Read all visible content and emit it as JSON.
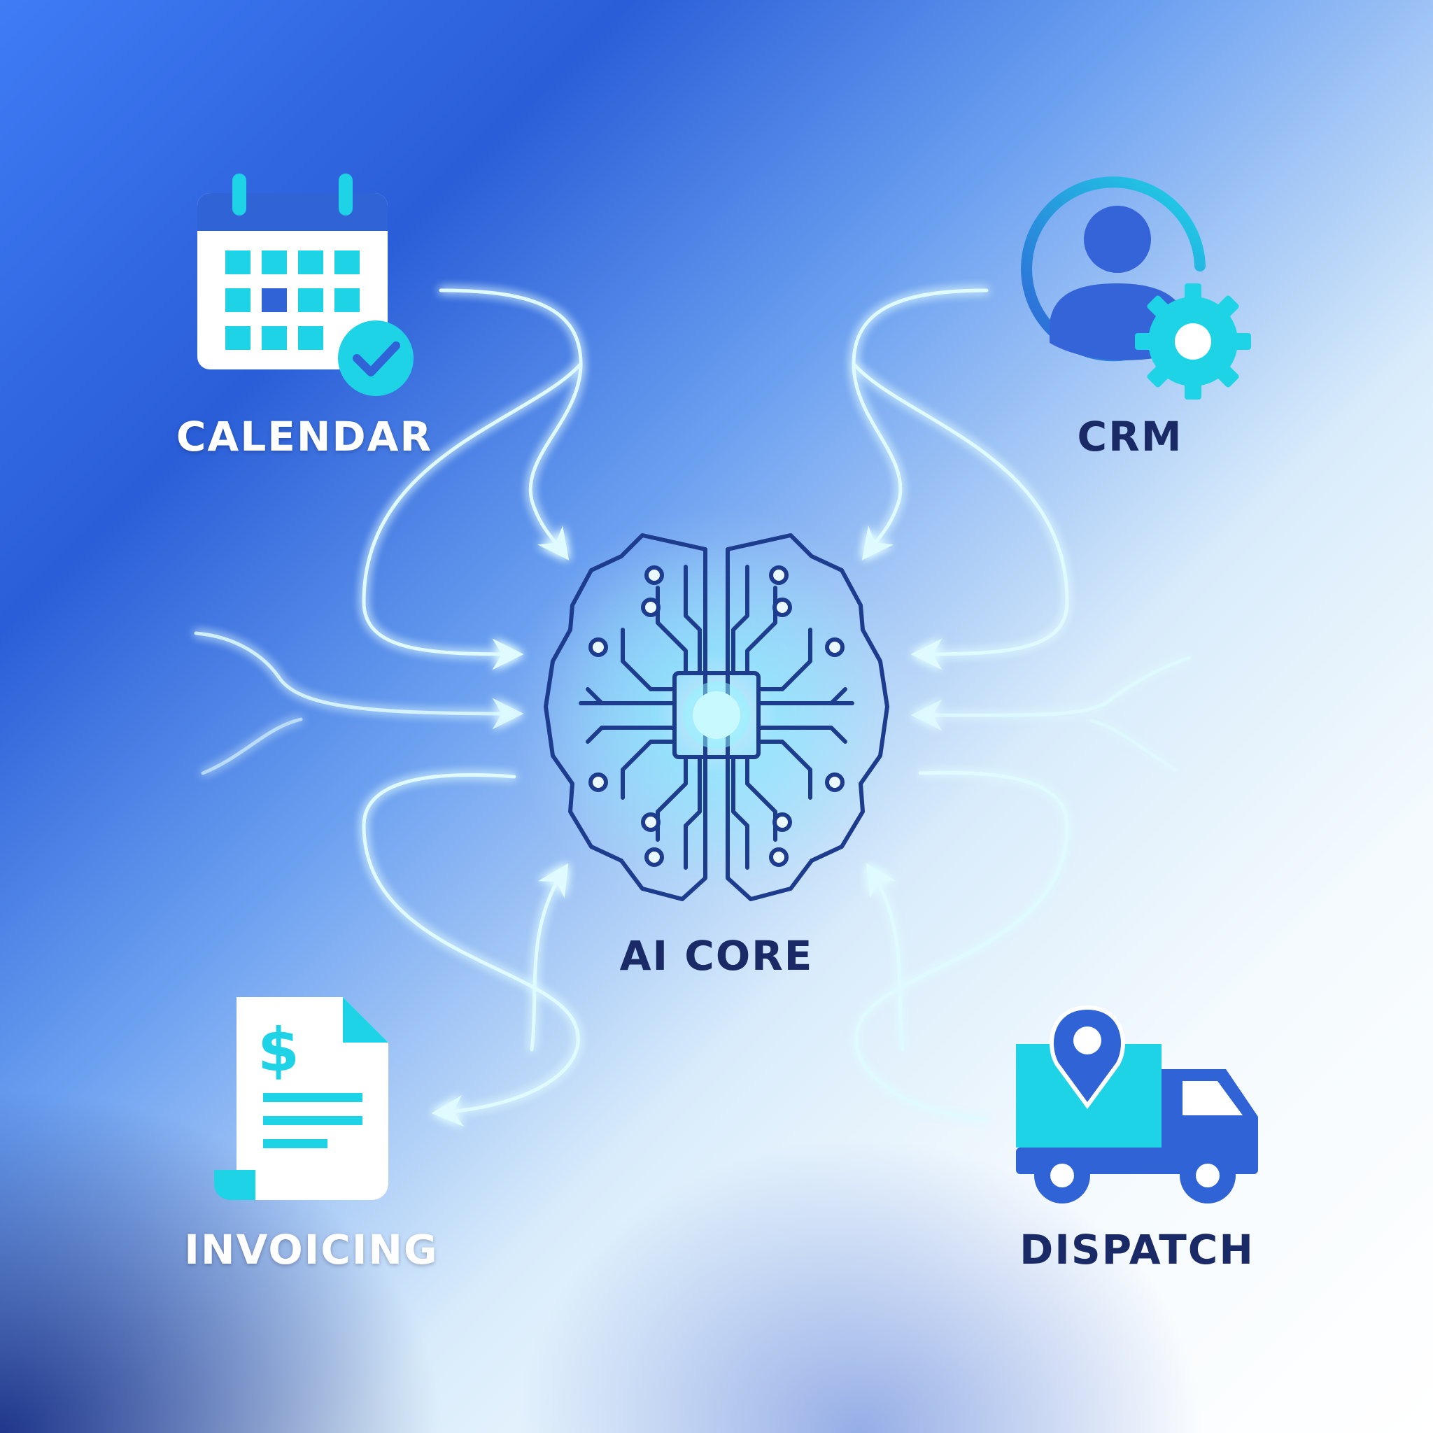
{
  "diagram": {
    "center": {
      "label": "AI CORE",
      "icon": "brain-circuit-icon"
    },
    "nodes": [
      {
        "id": "calendar",
        "label": "CALENDAR",
        "icon": "calendar-check-icon"
      },
      {
        "id": "crm",
        "label": "CRM",
        "icon": "user-gear-icon"
      },
      {
        "id": "invoicing",
        "label": "INVOICING",
        "icon": "invoice-dollar-icon"
      },
      {
        "id": "dispatch",
        "label": "DISPATCH",
        "icon": "delivery-truck-icon"
      }
    ],
    "edges": [
      {
        "from": "calendar",
        "to": "AI CORE"
      },
      {
        "from": "crm",
        "to": "AI CORE"
      },
      {
        "from": "invoicing",
        "to": "AI CORE"
      },
      {
        "from": "dispatch",
        "to": "AI CORE"
      }
    ]
  },
  "colors": {
    "accent_cyan": "#1fd3e6",
    "accent_blue": "#2f63d6",
    "flow_glow": "#aef4ff",
    "text_dark": "#1a2a66",
    "text_light": "#ffffff"
  }
}
